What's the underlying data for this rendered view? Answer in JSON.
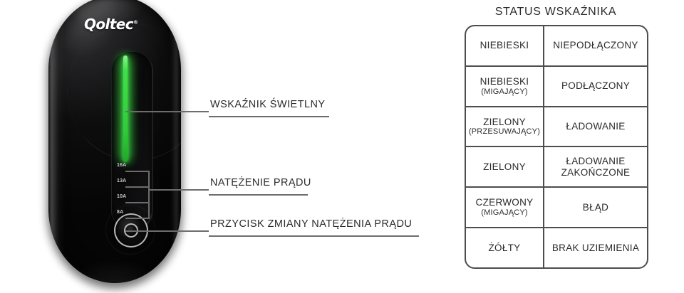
{
  "device": {
    "brand": "Qoltec",
    "brand_mark": "®",
    "amperage_labels": [
      "16A",
      "13A",
      "10A",
      "8A"
    ],
    "led_color": "#35d33a",
    "body_color": "#0b0b0c",
    "button_name": "current-change-button"
  },
  "callouts": [
    {
      "label": "WSKAŹNIK ŚWIETLNY",
      "name": "callout-light-indicator"
    },
    {
      "label": "NATĘŻENIE PRĄDU",
      "name": "callout-current-intensity"
    },
    {
      "label": "PRZYCISK ZMIANY NATĘŻENIA PRĄDU",
      "name": "callout-current-change-button"
    }
  ],
  "table": {
    "title": "STATUS WSKAŹNIKA",
    "rows": [
      {
        "color": "NIEBIESKI",
        "color_note": "",
        "status": "NIEPODŁĄCZONY",
        "status2": ""
      },
      {
        "color": "NIEBIESKI",
        "color_note": "(MIGAJĄCY)",
        "status": "PODŁĄCZONY",
        "status2": ""
      },
      {
        "color": "ZIELONY",
        "color_note": "(PRZESUWAJĄCY)",
        "status": "ŁADOWANIE",
        "status2": ""
      },
      {
        "color": "ZIELONY",
        "color_note": "",
        "status": "ŁADOWANIE",
        "status2": "ZAKOŃCZONE"
      },
      {
        "color": "CZERWONY",
        "color_note": "(MIGAJĄCY)",
        "status": "BŁĄD",
        "status2": ""
      },
      {
        "color": "ŻÓŁTY",
        "color_note": "",
        "status": "BRAK UZIEMIENIA",
        "status2": ""
      }
    ]
  },
  "colors": {
    "border": "#4d4d4d",
    "text": "#2b2b2b",
    "lead_line": "#6d6d6d",
    "background": "#ffffff"
  }
}
